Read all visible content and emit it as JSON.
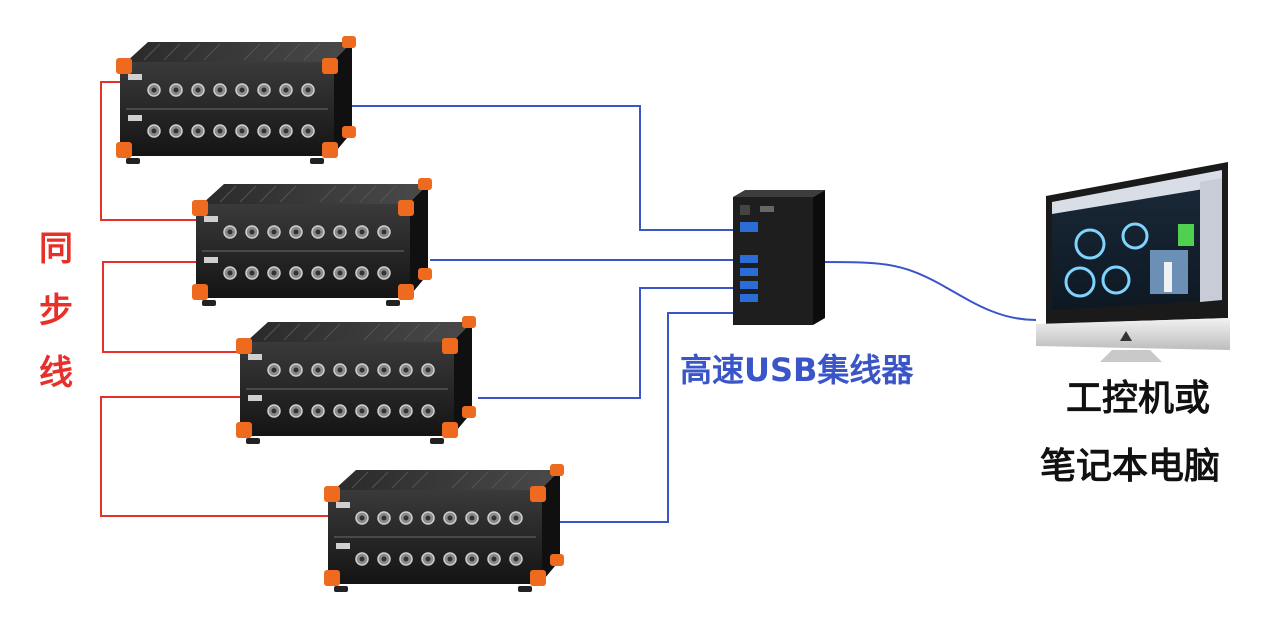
{
  "labels": {
    "sync_line_chars": [
      "同",
      "步",
      "线"
    ],
    "hub": "高速USB集线器",
    "pc_line1": "工控机或",
    "pc_line2": "笔记本电脑"
  },
  "colors": {
    "sync_line": "#e8302a",
    "usb_line": "#3a55c8",
    "device_body": "#1c1c1c",
    "device_accent": "#ee6a1e",
    "pc_text": "#111111"
  },
  "devices": [
    "daq-unit-1",
    "daq-unit-2",
    "daq-unit-3",
    "daq-unit-4"
  ],
  "icons": [
    "daq-device-icon",
    "usb-hub-icon",
    "monitor-icon"
  ]
}
